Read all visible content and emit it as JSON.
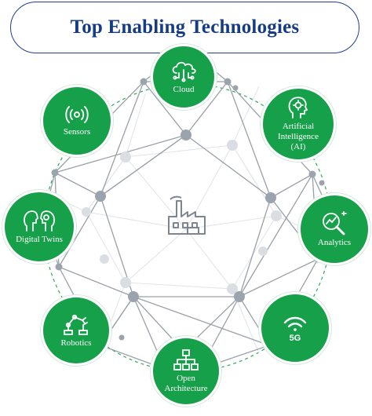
{
  "title": "Top Enabling Technologies",
  "colors": {
    "node_green": "#17a04a",
    "title_blue": "#163b85",
    "mesh_line": "#9aa0a8",
    "vertex_dark": "#9ba3ad",
    "vertex_light": "#dadee3",
    "dashed_ring": "#2fa85a"
  },
  "center": {
    "icon": "factory-icon"
  },
  "technologies": [
    {
      "label": "Cloud",
      "icon": "cloud-network-icon"
    },
    {
      "label": "Artificial\nIntelligence\n(AI)",
      "icon": "ai-head-gear-icon"
    },
    {
      "label": "Analytics",
      "icon": "analytics-magnifier-icon"
    },
    {
      "label": "5G",
      "icon": "5g-wifi-icon"
    },
    {
      "label": "Open\nArchitecture",
      "icon": "hierarchy-icon"
    },
    {
      "label": "Robotics",
      "icon": "robot-arm-icon"
    },
    {
      "label": "Digital Twins",
      "icon": "digital-twins-icon"
    },
    {
      "label": "Sensors",
      "icon": "sensor-signal-icon"
    }
  ]
}
